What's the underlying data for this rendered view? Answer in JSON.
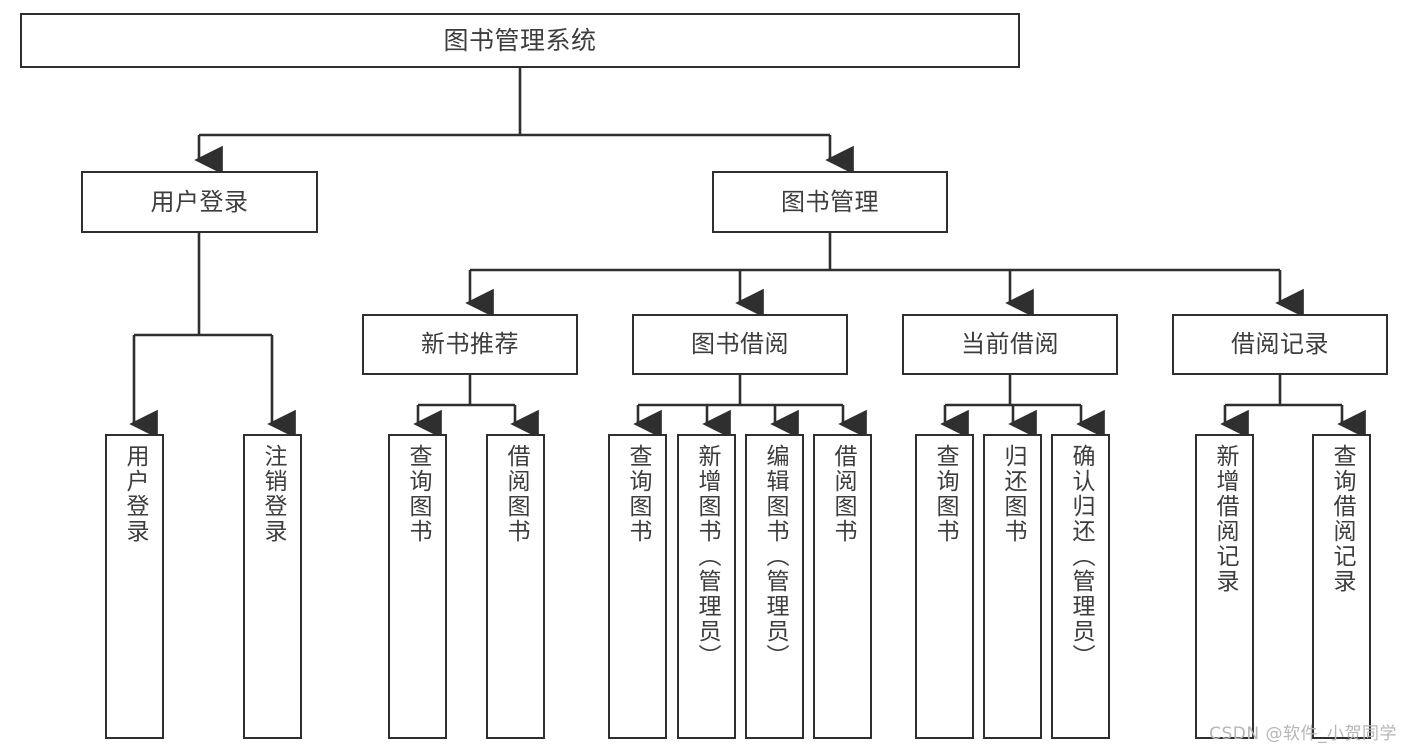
{
  "diagram": {
    "title": "图书管理系统",
    "type": "hierarchy-tree",
    "watermark": "CSDN @软件_小贺同学",
    "colors": {
      "background": "#ffffff",
      "box_border": "#2f2f2f",
      "box_fill": "#ffffff",
      "text": "#3d3d3d",
      "connector": "#2f2f2f",
      "watermark": "#b6b6b6"
    },
    "levels": {
      "root": {
        "label": "图书管理系统"
      },
      "level2": [
        {
          "label": "用户登录"
        },
        {
          "label": "图书管理"
        }
      ],
      "level3": [
        {
          "label": "新书推荐"
        },
        {
          "label": "图书借阅"
        },
        {
          "label": "当前借阅"
        },
        {
          "label": "借阅记录"
        }
      ],
      "leaves": [
        {
          "label": "用户登录",
          "parent": "用户登录"
        },
        {
          "label": "注销登录",
          "parent": "用户登录"
        },
        {
          "label": "查询图书",
          "parent": "新书推荐"
        },
        {
          "label": "借阅图书",
          "parent": "新书推荐"
        },
        {
          "label": "查询图书",
          "parent": "图书借阅"
        },
        {
          "label": "新增图书（管理员）",
          "parent": "图书借阅"
        },
        {
          "label": "编辑图书（管理员）",
          "parent": "图书借阅"
        },
        {
          "label": "借阅图书",
          "parent": "图书借阅"
        },
        {
          "label": "查询图书",
          "parent": "当前借阅"
        },
        {
          "label": "归还图书",
          "parent": "当前借阅"
        },
        {
          "label": "确认归还（管理员）",
          "parent": "当前借阅"
        },
        {
          "label": "新增借阅记录",
          "parent": "借阅记录"
        },
        {
          "label": "查询借阅记录",
          "parent": "借阅记录"
        }
      ]
    }
  }
}
